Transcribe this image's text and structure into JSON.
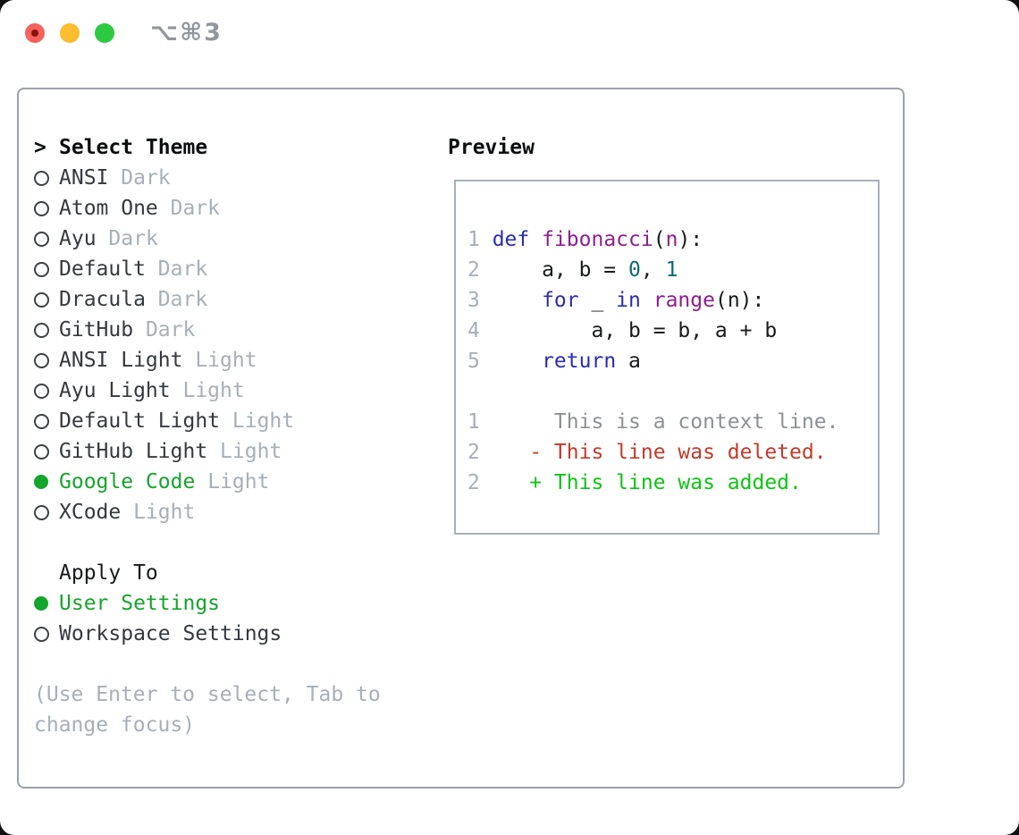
{
  "window": {
    "title": "⌥⌘3"
  },
  "colors": {
    "accent_green": "#14a52b",
    "added_green": "#0ec414",
    "deleted_red": "#c5392a",
    "context_gray": "#8d9196",
    "keyword_blue": "#2b2bb4",
    "name_purple": "#8f1d8f",
    "number_teal": "#0e6a6e",
    "muted_gray": "#a7afb9",
    "panel_border_gray": "#9aa2ac",
    "traffic_red": "#f5615c",
    "traffic_yellow": "#fcbe2f",
    "traffic_green": "#2ec943"
  },
  "theme_panel": {
    "prompt": ">",
    "title": "Select Theme",
    "themes": [
      {
        "name": "ANSI",
        "variant": "Dark",
        "selected": false
      },
      {
        "name": "Atom One",
        "variant": "Dark",
        "selected": false
      },
      {
        "name": "Ayu",
        "variant": "Dark",
        "selected": false
      },
      {
        "name": "Default",
        "variant": "Dark",
        "selected": false
      },
      {
        "name": "Dracula",
        "variant": "Dark",
        "selected": false
      },
      {
        "name": "GitHub",
        "variant": "Dark",
        "selected": false
      },
      {
        "name": "ANSI Light",
        "variant": "Light",
        "selected": false
      },
      {
        "name": "Ayu Light",
        "variant": "Light",
        "selected": false
      },
      {
        "name": "Default Light",
        "variant": "Light",
        "selected": false
      },
      {
        "name": "GitHub Light",
        "variant": "Light",
        "selected": false
      },
      {
        "name": "Google Code",
        "variant": "Light",
        "selected": true
      },
      {
        "name": "XCode",
        "variant": "Light",
        "selected": false
      }
    ],
    "apply_to": {
      "title": "Apply To",
      "options": [
        {
          "label": "User Settings",
          "selected": true
        },
        {
          "label": "Workspace Settings",
          "selected": false
        }
      ]
    },
    "help_lines": [
      "(Use Enter to select, Tab to",
      "change focus)"
    ]
  },
  "preview": {
    "title": "Preview",
    "code_lines": [
      {
        "num": "1",
        "tokens": [
          [
            "kw",
            "def"
          ],
          [
            "pl",
            " "
          ],
          [
            "fn",
            "fibonacci"
          ],
          [
            "pl",
            "("
          ],
          [
            "fn",
            "n"
          ],
          [
            "pl",
            "):"
          ]
        ]
      },
      {
        "num": "2",
        "tokens": [
          [
            "pl",
            "    a, b = "
          ],
          [
            "num",
            "0"
          ],
          [
            "pl",
            ", "
          ],
          [
            "num",
            "1"
          ]
        ]
      },
      {
        "num": "3",
        "tokens": [
          [
            "pl",
            "    "
          ],
          [
            "kw",
            "for"
          ],
          [
            "pl",
            " _ "
          ],
          [
            "kw",
            "in"
          ],
          [
            "pl",
            " "
          ],
          [
            "fn",
            "range"
          ],
          [
            "pl",
            "(n):"
          ]
        ]
      },
      {
        "num": "4",
        "tokens": [
          [
            "pl",
            "        a, b = b, a + b"
          ]
        ]
      },
      {
        "num": "5",
        "tokens": [
          [
            "pl",
            "    "
          ],
          [
            "kw",
            "return"
          ],
          [
            "pl",
            " a"
          ]
        ]
      }
    ],
    "diff_lines": [
      {
        "num": "1",
        "sign": " ",
        "text": "This is a context line.",
        "kind": "context"
      },
      {
        "num": "2",
        "sign": "-",
        "text": "This line was deleted.",
        "kind": "deleted"
      },
      {
        "num": "2",
        "sign": "+",
        "text": "This line was added.",
        "kind": "added"
      }
    ]
  }
}
